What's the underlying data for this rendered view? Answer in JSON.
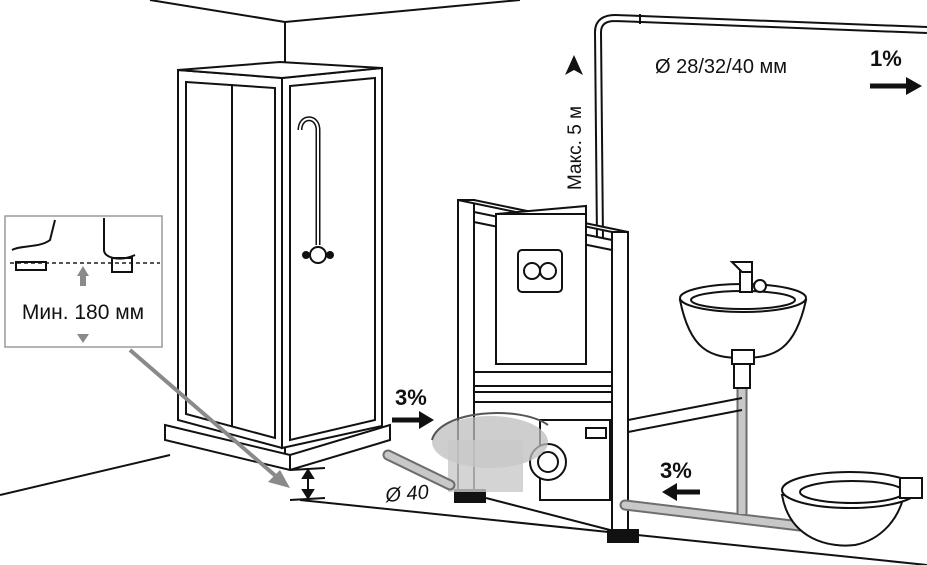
{
  "labels": {
    "pipe_diameter": "Ø 28/32/40 мм",
    "max_height": "Макс. 5 м",
    "slope_top": "1%",
    "slope_left": "3%",
    "slope_right": "3%",
    "drain_diameter": "Ø 40",
    "inset_min_height": "Мин. 180 мм"
  },
  "colors": {
    "line": "#111111",
    "pipe_fill": "#c8c8c8",
    "pipe_stroke": "#6e6e6e",
    "callout_arrow": "#8a8a8a",
    "inset_border": "#9a9a9a",
    "blur_patch": "#bdbdbd"
  },
  "icons": [
    "shower-head-icon",
    "flush-plate-icon",
    "faucet-icon",
    "up-arrow-icon",
    "slope-arrow-icon"
  ]
}
